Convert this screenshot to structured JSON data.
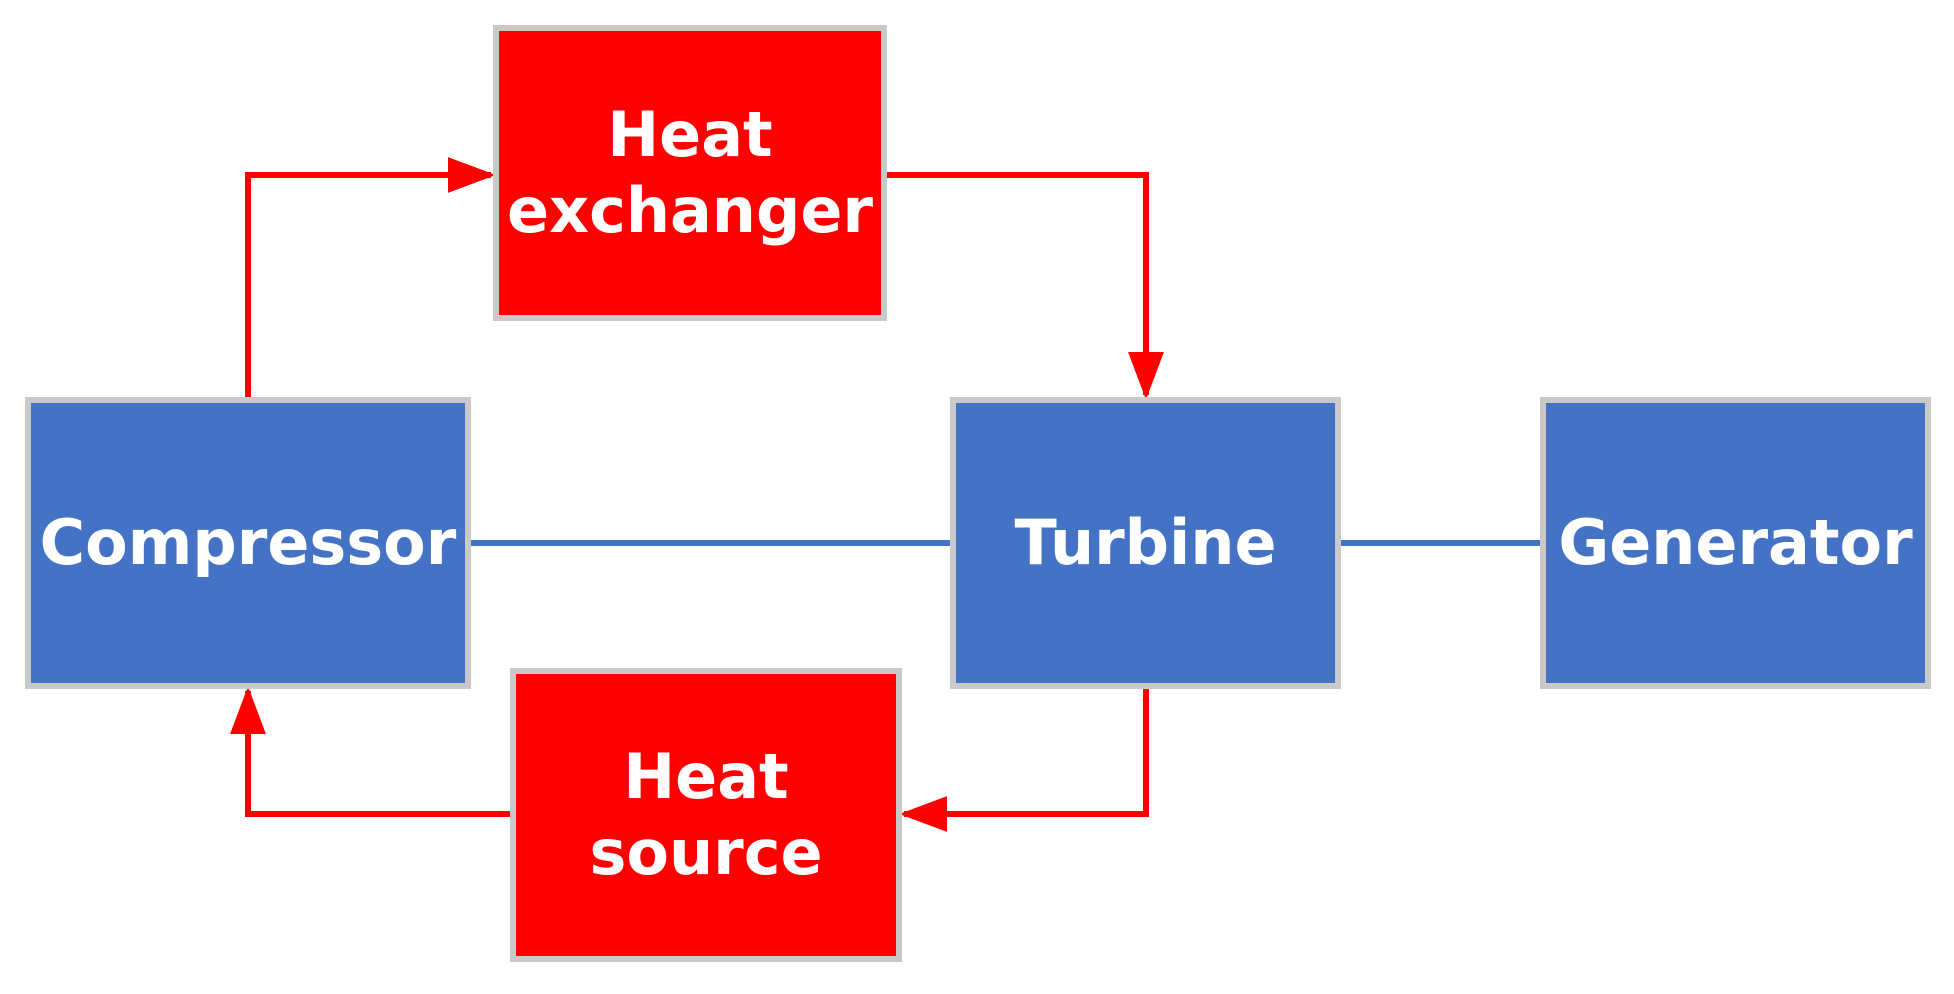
{
  "nodes": {
    "heat_exchanger": {
      "label": "Heat\nexchanger",
      "color": "#ff0000"
    },
    "compressor": {
      "label": "Compressor",
      "color": "#4472c4"
    },
    "turbine": {
      "label": "Turbine",
      "color": "#4472c4"
    },
    "generator": {
      "label": "Generator",
      "color": "#4472c4"
    },
    "heat_source": {
      "label": "Heat\nsource",
      "color": "#ff0000"
    }
  },
  "colors": {
    "flow_arrow": "#ff0000",
    "shaft_link": "#4472c4",
    "box_border": "#c9c9c9",
    "text": "#ffffff"
  }
}
